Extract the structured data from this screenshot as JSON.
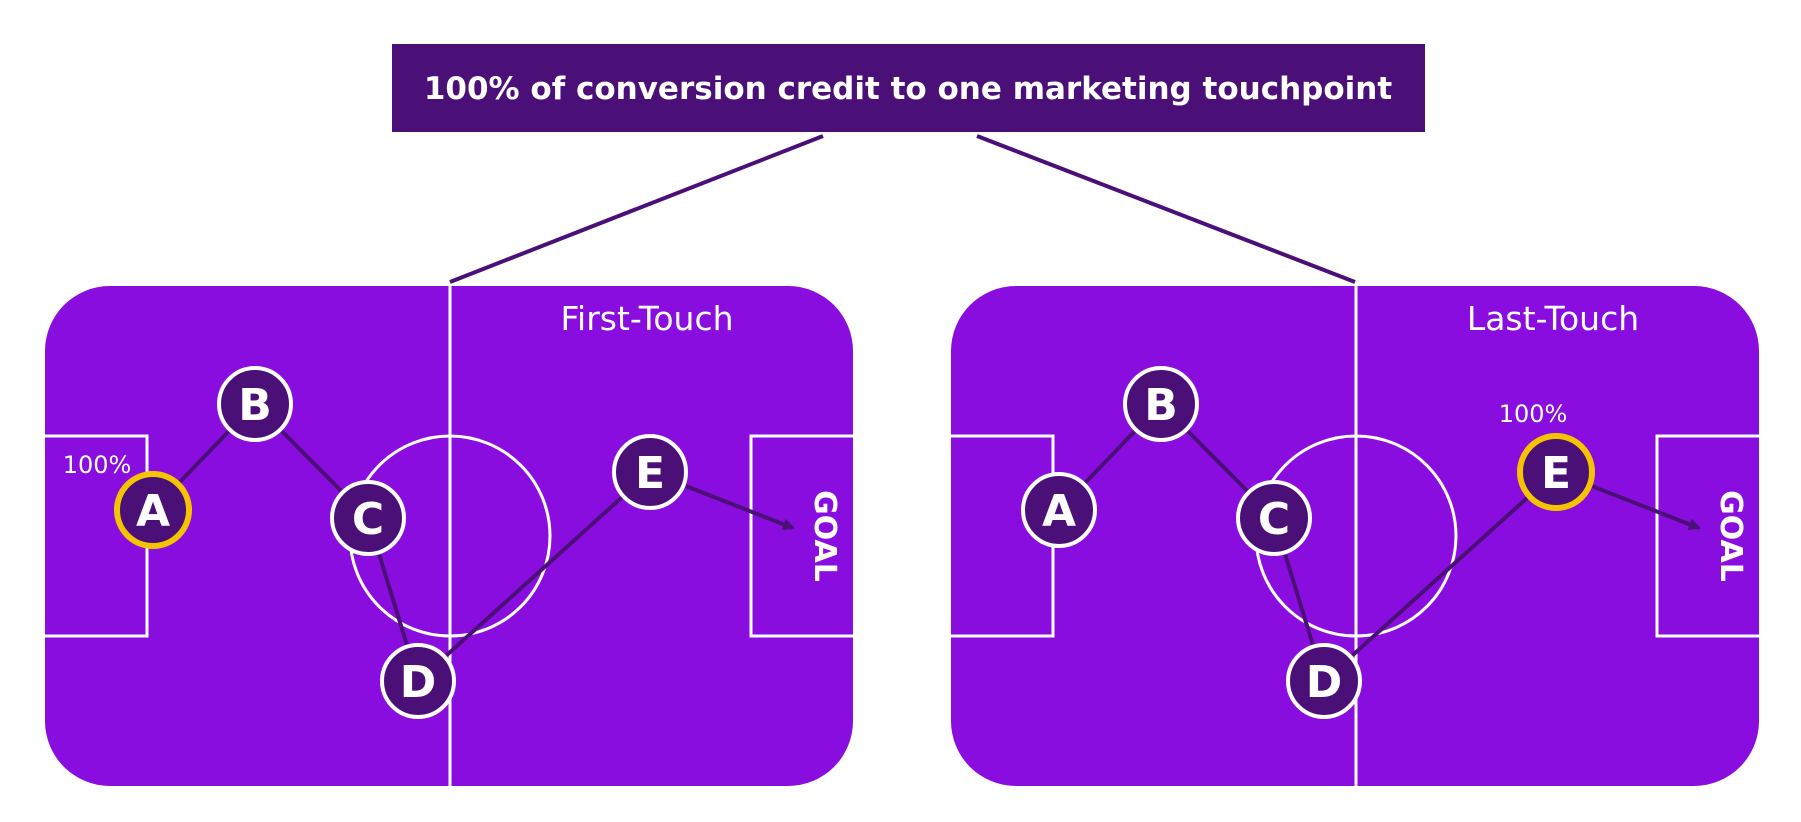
{
  "banner": {
    "text": "100% of conversion credit to one marketing touchpoint"
  },
  "colors": {
    "banner_bg": "#4a1078",
    "field": "#8a0ddf",
    "node_fill": "#4a1078",
    "node_stroke": "#ffffff",
    "highlight_stroke": "#f5c400",
    "connector": "#4a1078",
    "line": "#ffffff"
  },
  "panels": [
    {
      "title": "First-Touch",
      "goal_label": "GOAL",
      "credit_label": "100%",
      "credited_node": "A",
      "nodes": [
        "A",
        "B",
        "C",
        "D",
        "E"
      ]
    },
    {
      "title": "Last-Touch",
      "goal_label": "GOAL",
      "credit_label": "100%",
      "credited_node": "E",
      "nodes": [
        "A",
        "B",
        "C",
        "D",
        "E"
      ]
    }
  ]
}
